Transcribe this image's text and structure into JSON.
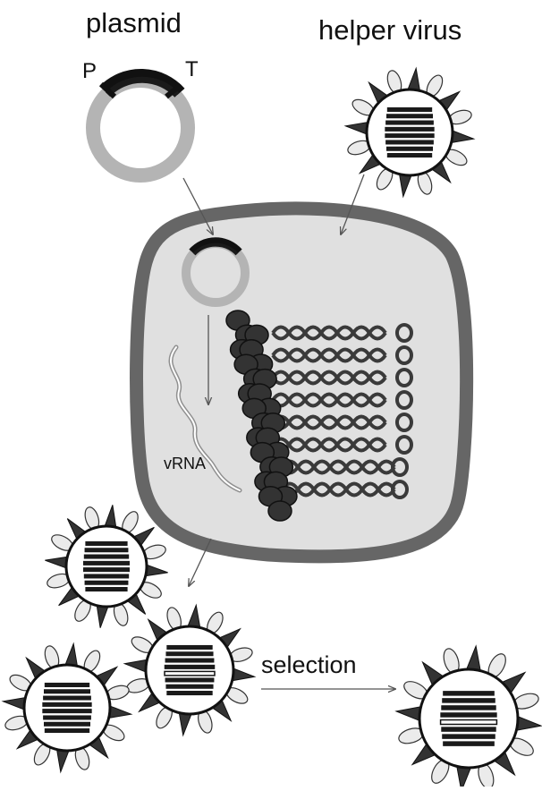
{
  "labels": {
    "plasmid": "plasmid",
    "helper_virus": "helper virus",
    "promoter": "P",
    "terminator": "T",
    "vrna": "vRNA",
    "selection": "selection"
  },
  "colors": {
    "cell_wall": "#666666",
    "cytoplasm": "#e0e0e0",
    "plasmid_ring": "#b4b4b4",
    "insert": "#1a1a1a",
    "spike_dark": "#333333",
    "spike_light": "#ebebeb",
    "protein": "#333333",
    "vrna_strand": "#909090"
  },
  "virions": [
    {
      "name": "helper-virus-particle",
      "segments": "normal"
    },
    {
      "name": "progeny-virion-1",
      "segments": "normal"
    },
    {
      "name": "progeny-virion-2",
      "segments": "recombinant"
    },
    {
      "name": "progeny-virion-3",
      "segments": "normal"
    },
    {
      "name": "selected-virion",
      "segments": "recombinant"
    }
  ],
  "rnp_segment_count": 8,
  "icons": [
    "plasmid-icon",
    "virion-icon",
    "host-cell-icon",
    "rnp-complex-icon",
    "vrna-strand-icon",
    "arrow-icon"
  ]
}
